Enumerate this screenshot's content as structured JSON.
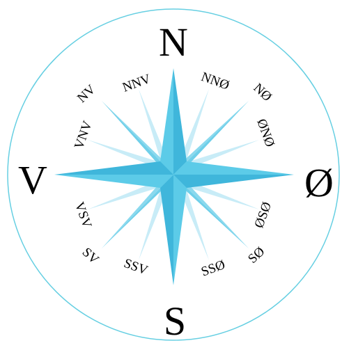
{
  "compass": {
    "cardinals": {
      "north": "N",
      "south": "S",
      "east": "Ø",
      "west": "V"
    },
    "intercardinals": {
      "nnv": "NNV",
      "nv": "NV",
      "vnv": "VNV",
      "vsv": "VSV",
      "sv": "SV",
      "ssv": "SSV",
      "sso": "SSØ",
      "so": "SØ",
      "oso": "ØSØ",
      "ono": "ØNØ",
      "no": "NØ",
      "nno": "NNØ"
    },
    "colors": {
      "ring": "#66cfe2",
      "main_star": "#5ccbe8",
      "main_star_dark": "#3fb6db",
      "secondary_star": "#8ad9ee",
      "tertiary_star": "#bfe9f6",
      "text": "#000000"
    }
  }
}
